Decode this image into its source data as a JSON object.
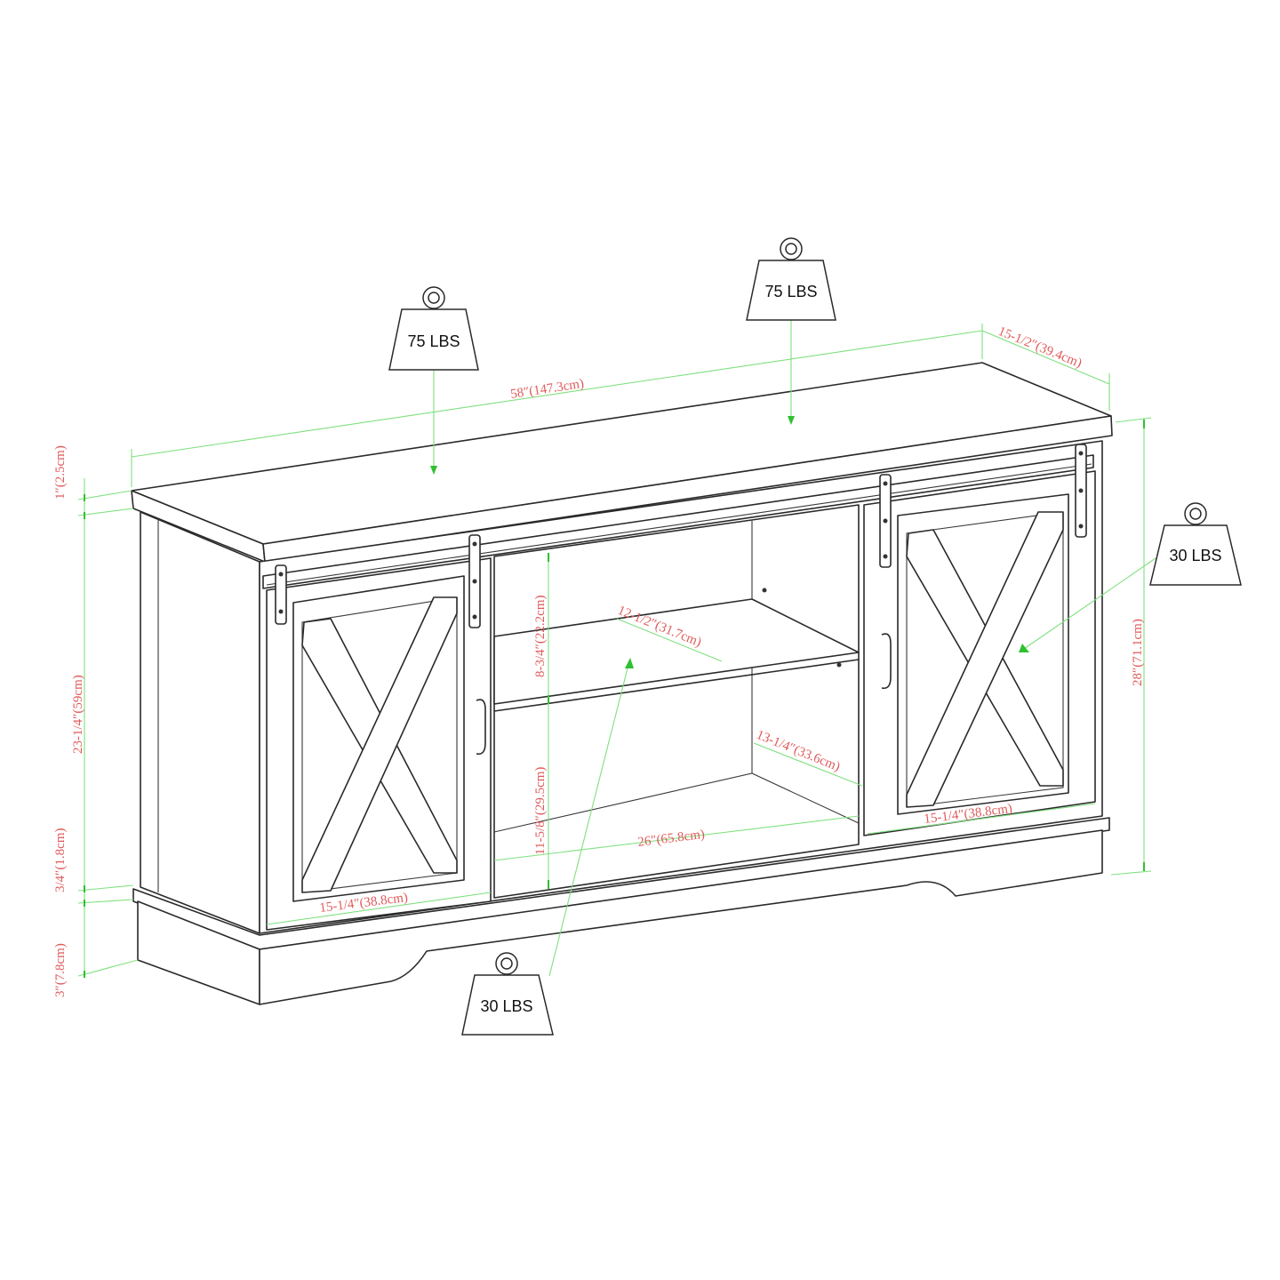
{
  "diagram": {
    "subject": "TV stand with sliding barn doors",
    "colors": {
      "line": "#2a2a2a",
      "dimension_line": "#7fe07f",
      "dimension_text": "#e05a5a",
      "background": "#ffffff"
    },
    "dimensions": {
      "overall_width": "58″(147.3cm)",
      "depth": "15-1/2″(39.4cm)",
      "top_thickness": "1″(2.5cm)",
      "body_height": "23-1/4″(59cm)",
      "base_trim": "3/4″(1.8cm)",
      "base_height": "3″(7.8cm)",
      "overall_height": "28″(71.1cm)",
      "upper_opening_height": "8-3/4″(22.2cm)",
      "shelf_depth": "12-1/2″(31.7cm)",
      "lower_opening_height": "11-5/8″(29.5cm)",
      "interior_depth": "13-1/4″(33.6cm)",
      "center_opening_width": "26″(65.8cm)",
      "left_door_width": "15-1/4″(38.8cm)",
      "right_door_width": "15-1/4″(38.8cm)"
    },
    "weights": [
      {
        "id": "top-left",
        "label": "75 LBS"
      },
      {
        "id": "top-right",
        "label": "75 LBS"
      },
      {
        "id": "right-shelf",
        "label": "30 LBS"
      },
      {
        "id": "center-shelf",
        "label": "30 LBS"
      }
    ]
  }
}
